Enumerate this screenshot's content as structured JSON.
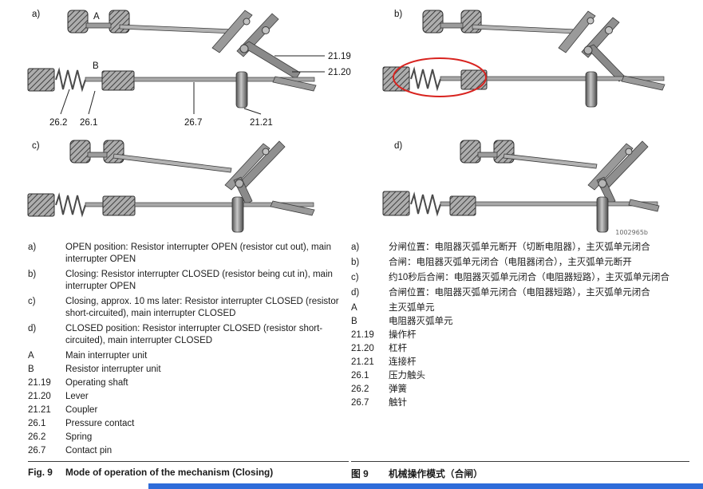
{
  "diagrams": {
    "a": {
      "label": "a)",
      "callouts": {
        "A": "A",
        "B": "B",
        "n2119": "21.19",
        "n2120": "21.20",
        "n2121": "21.21",
        "n261": "26.1",
        "n262": "26.2",
        "n267": "26.7"
      }
    },
    "b": {
      "label": "b)"
    },
    "c": {
      "label": "c)"
    },
    "d": {
      "label": "d)"
    },
    "drawing_number": "1002965b"
  },
  "legend_en": {
    "items": [
      {
        "key": "a)",
        "text": "OPEN position: Resistor interrupter OPEN (resistor cut out), main interrupter OPEN"
      },
      {
        "key": "b)",
        "text": "Closing: Resistor interrupter CLOSED (resistor being cut in), main interrupter OPEN"
      },
      {
        "key": "c)",
        "text": "Closing, approx. 10 ms later: Resistor interrupter CLOSED (resistor short-circuited), main interrupter CLOSED"
      },
      {
        "key": "d)",
        "text": "CLOSED position: Resistor interrupter CLOSED (resistor short-circuited), main interrupter CLOSED"
      },
      {
        "key": "A",
        "text": "Main interrupter unit"
      },
      {
        "key": "B",
        "text": "Resistor interrupter unit"
      },
      {
        "key": "21.19",
        "text": "Operating shaft"
      },
      {
        "key": "21.20",
        "text": "Lever"
      },
      {
        "key": "21.21",
        "text": "Coupler"
      },
      {
        "key": "26.1",
        "text": "Pressure contact"
      },
      {
        "key": "26.2",
        "text": "Spring"
      },
      {
        "key": "26.7",
        "text": "Contact pin"
      }
    ]
  },
  "legend_zh": {
    "items": [
      {
        "key": "a)",
        "text": "分闸位置：电阻器灭弧单元断开（切断电阻器），主灭弧单元闭合"
      },
      {
        "key": "b)",
        "text": "合闸：电阻器灭弧单元闭合（电阻器闭合），主灭弧单元断开"
      },
      {
        "key": "c)",
        "text": "约10秒后合闸：电阻器灭弧单元闭合（电阻器短路），主灭弧单元闭合"
      },
      {
        "key": "d)",
        "text": "合闸位置：电阻器灭弧单元闭合（电阻器短路），主灭弧单元闭合"
      },
      {
        "key": "A",
        "text": "主灭弧单元"
      },
      {
        "key": "B",
        "text": "电阻器灭弧单元"
      },
      {
        "key": "21.19",
        "text": "操作杆"
      },
      {
        "key": "21.20",
        "text": "杠杆"
      },
      {
        "key": "21.21",
        "text": "连接杆"
      },
      {
        "key": "26.1",
        "text": "压力触头"
      },
      {
        "key": "26.2",
        "text": "弹簧"
      },
      {
        "key": "26.7",
        "text": "触针"
      }
    ]
  },
  "caption_en": {
    "fig": "Fig. 9",
    "text": "Mode of operation of the mechanism (Closing)"
  },
  "caption_zh": {
    "fig": "图 9",
    "text": "机械操作模式（合闸）"
  },
  "colors": {
    "highlight_red": "#d8231f",
    "footer_blue": "#2e6cd9"
  }
}
